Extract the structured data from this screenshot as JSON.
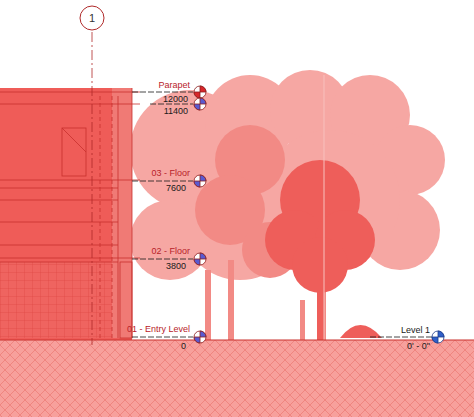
{
  "diagram": {
    "nodes": [
      {
        "text": [
          "1"
        ]
      }
    ],
    "labels": [
      "Parapet",
      "12000",
      "11400",
      "03 - Floor",
      "7600",
      "02 - Floor",
      "3800",
      "01 - Entry Level",
      "0",
      "Level 1",
      "0' - 0\""
    ]
  }
}
